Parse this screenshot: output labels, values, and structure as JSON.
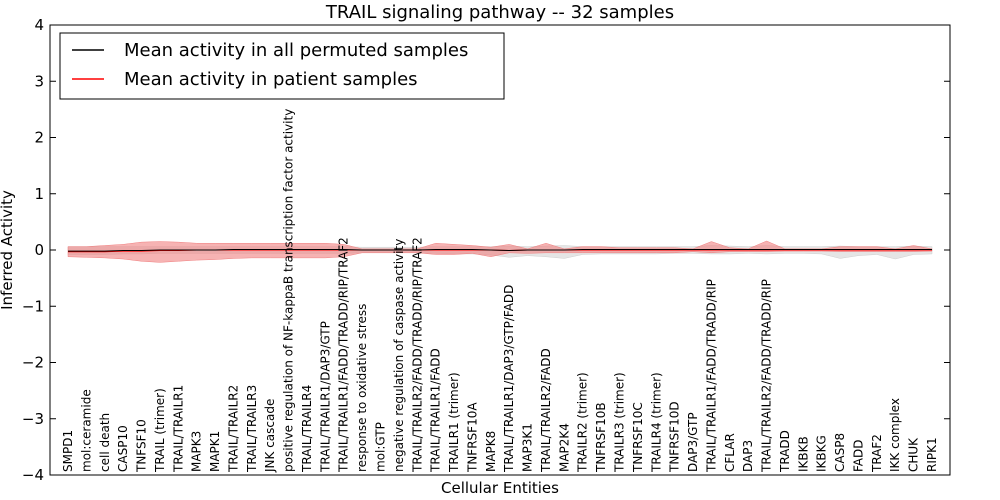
{
  "chart_data": {
    "type": "line",
    "title": "TRAIL signaling pathway -- 32 samples",
    "xlabel": "Cellular Entities",
    "ylabel": "Inferred Activity",
    "ylim": [
      -4,
      4
    ],
    "yticks": [
      -4,
      -3,
      -2,
      -1,
      0,
      1,
      2,
      3,
      4
    ],
    "ytick_labels": [
      "−4",
      "−3",
      "−2",
      "−1",
      "0",
      "1",
      "2",
      "3",
      "4"
    ],
    "legend_position": "top-left",
    "grid": false,
    "categories": [
      "SMPD1",
      "mol:ceramide",
      "cell death",
      "CASP10",
      "TNFSF10",
      "TRAIL (trimer)",
      "TRAIL/TRAILR1",
      "MAPK3",
      "MAPK1",
      "TRAIL/TRAILR2",
      "TRAIL/TRAILR3",
      "JNK cascade",
      "positive regulation of NF-kappaB transcription factor activity",
      "TRAIL/TRAILR4",
      "TRAIL/TRAILR1/DAP3/GTP",
      "TRAIL/TRAILR1/FADD/TRADD/RIP/TRAF2",
      "response to oxidative stress",
      "mol:GTP",
      "negative regulation of caspase activity",
      "TRAIL/TRAILR2/FADD/TRADD/RIP/TRAF2",
      "TRAIL/TRAILR1/FADD",
      "TRAILR1 (trimer)",
      "TNFRSF10A",
      "MAPK8",
      "TRAIL/TRAILR1/DAP3/GTP/FADD",
      "MAP3K1",
      "TRAIL/TRAILR2/FADD",
      "MAP2K4",
      "TRAILR2 (trimer)",
      "TNFRSF10B",
      "TRAILR3 (trimer)",
      "TNFRSF10C",
      "TRAILR4 (trimer)",
      "TNFRSF10D",
      "DAP3/GTP",
      "TRAIL/TRAILR1/FADD/TRADD/RIP",
      "CFLAR",
      "DAP3",
      "TRAIL/TRAILR2/FADD/TRADD/RIP",
      "TRADD",
      "IKBKB",
      "IKBKG",
      "CASP8",
      "FADD",
      "TRAF2",
      "IKK complex",
      "CHUK",
      "RIPK1"
    ],
    "series": [
      {
        "name": "Mean activity in all permuted samples",
        "color": "#000000",
        "band_color": "#d0d0d0",
        "values": [
          -0.02,
          -0.02,
          -0.02,
          -0.01,
          -0.01,
          0.0,
          0.0,
          0.0,
          0.0,
          0.01,
          0.01,
          0.01,
          0.01,
          0.01,
          0.01,
          0.01,
          0.0,
          0.0,
          0.0,
          0.0,
          0.01,
          0.01,
          0.01,
          0.0,
          -0.01,
          0.0,
          0.0,
          0.0,
          0.01,
          0.01,
          0.01,
          0.01,
          0.01,
          0.01,
          0.01,
          0.01,
          0.01,
          0.01,
          0.01,
          0.01,
          0.01,
          0.01,
          0.01,
          0.01,
          0.01,
          0.01,
          0.01,
          0.01
        ],
        "band_lower": [
          -0.08,
          -0.08,
          -0.08,
          -0.07,
          -0.07,
          -0.06,
          -0.06,
          -0.06,
          -0.06,
          -0.06,
          -0.06,
          -0.06,
          -0.06,
          -0.06,
          -0.06,
          -0.06,
          -0.05,
          -0.05,
          -0.05,
          -0.05,
          -0.06,
          -0.07,
          -0.07,
          -0.09,
          -0.13,
          -0.1,
          -0.12,
          -0.15,
          -0.08,
          -0.07,
          -0.07,
          -0.07,
          -0.07,
          -0.06,
          -0.06,
          -0.07,
          -0.07,
          -0.06,
          -0.07,
          -0.06,
          -0.06,
          -0.07,
          -0.15,
          -0.1,
          -0.08,
          -0.16,
          -0.08,
          -0.07
        ],
        "band_upper": [
          0.06,
          0.06,
          0.06,
          0.06,
          0.06,
          0.06,
          0.06,
          0.06,
          0.06,
          0.06,
          0.06,
          0.06,
          0.06,
          0.06,
          0.06,
          0.06,
          0.05,
          0.05,
          0.05,
          0.05,
          0.06,
          0.06,
          0.06,
          0.06,
          0.07,
          0.06,
          0.07,
          0.08,
          0.06,
          0.06,
          0.06,
          0.06,
          0.06,
          0.06,
          0.06,
          0.08,
          0.07,
          0.06,
          0.08,
          0.06,
          0.06,
          0.06,
          0.07,
          0.06,
          0.06,
          0.06,
          0.07,
          0.06
        ]
      },
      {
        "name": "Mean activity in patient samples",
        "color": "#ff0000",
        "band_color": "#f08080",
        "values": [
          -0.03,
          -0.03,
          -0.03,
          -0.02,
          -0.02,
          -0.01,
          -0.01,
          0.0,
          0.0,
          0.0,
          0.0,
          0.0,
          0.0,
          0.0,
          0.0,
          0.0,
          0.0,
          0.0,
          0.0,
          0.0,
          0.0,
          0.0,
          0.0,
          0.0,
          -0.01,
          0.0,
          0.0,
          0.0,
          0.0,
          0.0,
          0.0,
          0.0,
          0.0,
          0.0,
          0.0,
          0.0,
          0.0,
          0.0,
          0.0,
          0.0,
          0.0,
          0.0,
          0.0,
          0.0,
          0.0,
          0.0,
          0.0,
          0.0
        ],
        "band_lower": [
          -0.12,
          -0.13,
          -0.14,
          -0.16,
          -0.2,
          -0.22,
          -0.2,
          -0.18,
          -0.17,
          -0.15,
          -0.14,
          -0.14,
          -0.14,
          -0.14,
          -0.14,
          -0.12,
          -0.05,
          -0.05,
          -0.05,
          -0.05,
          -0.08,
          -0.08,
          -0.06,
          -0.12,
          -0.05,
          -0.06,
          -0.05,
          -0.05,
          -0.05,
          -0.05,
          -0.05,
          -0.05,
          -0.05,
          -0.05,
          -0.03,
          -0.05,
          -0.03,
          -0.03,
          -0.03,
          -0.02,
          -0.02,
          -0.02,
          -0.03,
          -0.03,
          -0.03,
          -0.03,
          -0.03,
          -0.02
        ],
        "band_upper": [
          0.06,
          0.06,
          0.08,
          0.1,
          0.14,
          0.15,
          0.14,
          0.12,
          0.12,
          0.12,
          0.12,
          0.12,
          0.12,
          0.12,
          0.12,
          0.1,
          0.02,
          0.02,
          0.02,
          0.02,
          0.12,
          0.1,
          0.08,
          0.05,
          0.1,
          0.02,
          0.12,
          0.02,
          0.06,
          0.06,
          0.04,
          0.04,
          0.04,
          0.04,
          0.02,
          0.15,
          0.04,
          0.02,
          0.16,
          0.02,
          0.02,
          0.02,
          0.06,
          0.06,
          0.06,
          0.02,
          0.08,
          0.02
        ]
      }
    ]
  }
}
